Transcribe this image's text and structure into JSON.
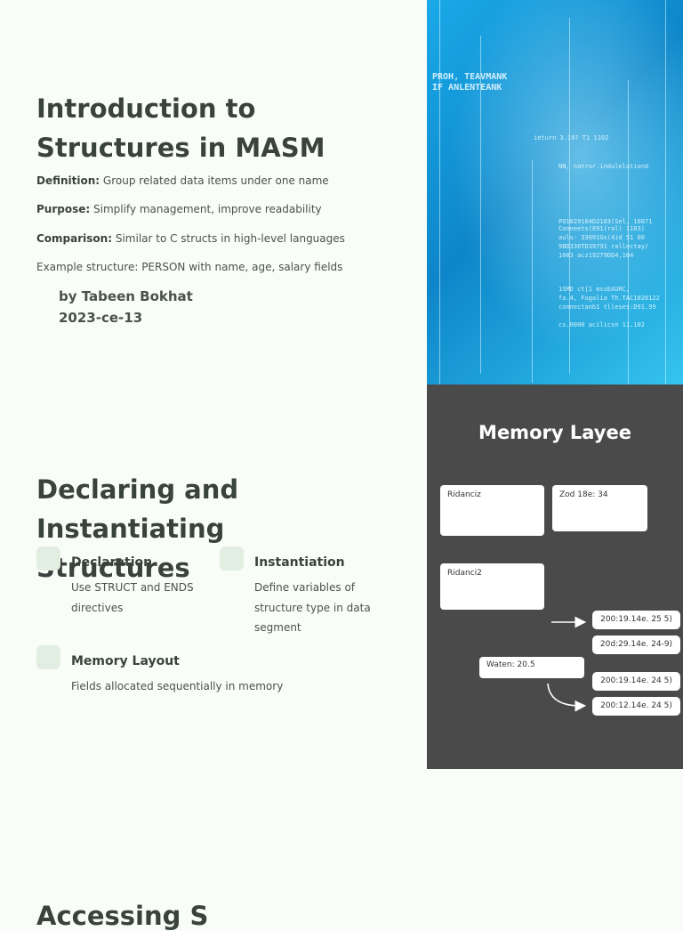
{
  "slide1": {
    "title": "Introduction to Structures in MASM",
    "bullets": [
      {
        "label": "Definition:",
        "text": "Group related data items under one name"
      },
      {
        "label": "Purpose:",
        "text": "Simplify management, improve readability"
      },
      {
        "label": "Comparison:",
        "text": "Similar to C structs in high-level languages"
      },
      {
        "label": "",
        "text": "Example structure: PERSON with name, age, salary fields"
      }
    ],
    "author": "by Tabeen Bokhat",
    "roll": "2023-ce-13",
    "image_code_lines": [
      "PROH, TEAVMANK",
      "IF ANLENTEANK",
      "ieturn 3.197 T1 1102",
      "NN, natror.indulelationd",
      "Conneets(891(ral) 1103)",
      "auls- 33091Gs(4id 51 00",
      "9BD336TD39791 rallectay/",
      "1003  acz19279DD4,104",
      "PO1029104D2103(Sel, 10071",
      "1SMD    ct[1 mssEAURC,",
      "fa.4, Fogalia Th.TAC1020122",
      "connectanb1 tlleses:D91.99",
      "cs.0000   acilicsn 11.102"
    ],
    "colors": {
      "image_bg": "#0d86c9",
      "code_text": "#e3f8ff"
    }
  },
  "slide2": {
    "title": "Declaring and Instantiating Structures",
    "features": [
      {
        "title": "Declaration",
        "desc": "Use STRUCT and ENDS directives"
      },
      {
        "title": "Instantiation",
        "desc": "Define variables of structure type in data segment"
      },
      {
        "title": "Memory Layout",
        "desc": "Fields allocated sequentially in memory"
      }
    ],
    "diagram": {
      "title": "Memory Layee",
      "boxes": [
        "Ridanciz",
        "Zod 18e: 34",
        "Ridanci2",
        "Waten: 20.5"
      ],
      "pills": [
        "200:19.14e. 25 5)",
        "20d:29.14e. 24-9)",
        "200:19.14e. 24 5)",
        "200:12.14e. 24 5)"
      ]
    }
  },
  "slide3": {
    "title": "Accessing S"
  }
}
